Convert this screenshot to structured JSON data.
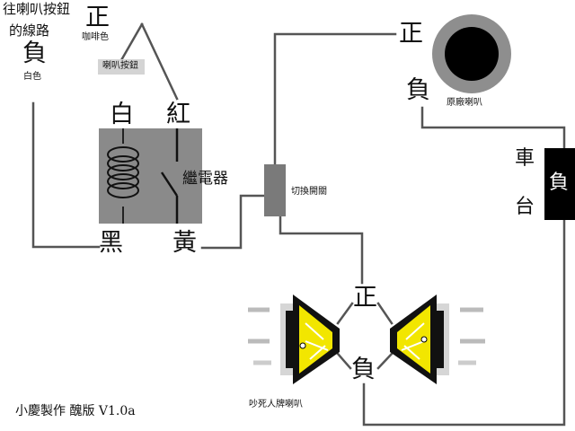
{
  "labels": {
    "horn_button_wire_line1": "往喇叭按鈕",
    "horn_button_wire_line2": "的線路",
    "top_positive": "正",
    "coffee_color": "咖啡色",
    "top_negative": "負",
    "white_color": "白色",
    "horn_button": "喇叭按鈕",
    "relay_white": "白",
    "relay_red": "紅",
    "relay_black": "黑",
    "relay_yellow": "黃",
    "relay": "繼電器",
    "switch": "切換開關",
    "oem_positive": "正",
    "oem_negative": "負",
    "oem_horn": "原廠喇叭",
    "car_line1": "車",
    "car_line2": "台",
    "car_negative": "負",
    "loud_positive": "正",
    "loud_negative": "負",
    "loud_horn": "吵死人牌喇叭",
    "credit": "小慶製作 醜版 V1.0a"
  },
  "colors": {
    "wire": "#555555",
    "relay_body": "#8a8a8a",
    "switch_body": "#7a7a7a",
    "speaker_yellow": "#f2e600",
    "car_body": "#000000"
  }
}
